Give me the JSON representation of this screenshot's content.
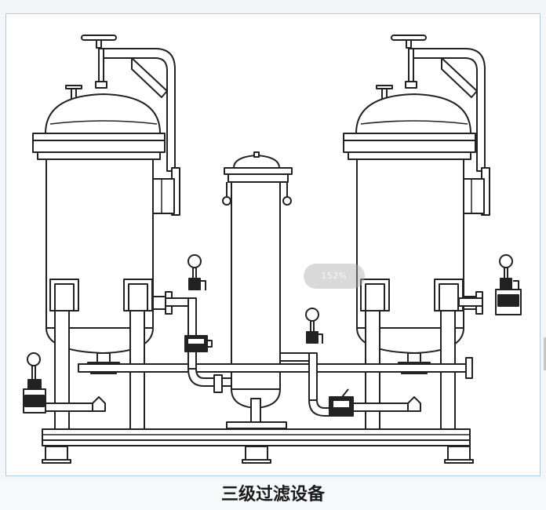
{
  "viewer": {
    "zoom_label": "152%",
    "caption": "三级过滤设备"
  },
  "figure": {
    "subject": "three-stage-filter-equipment",
    "line_color": "#222222",
    "frame_color": "#a9cde8"
  }
}
